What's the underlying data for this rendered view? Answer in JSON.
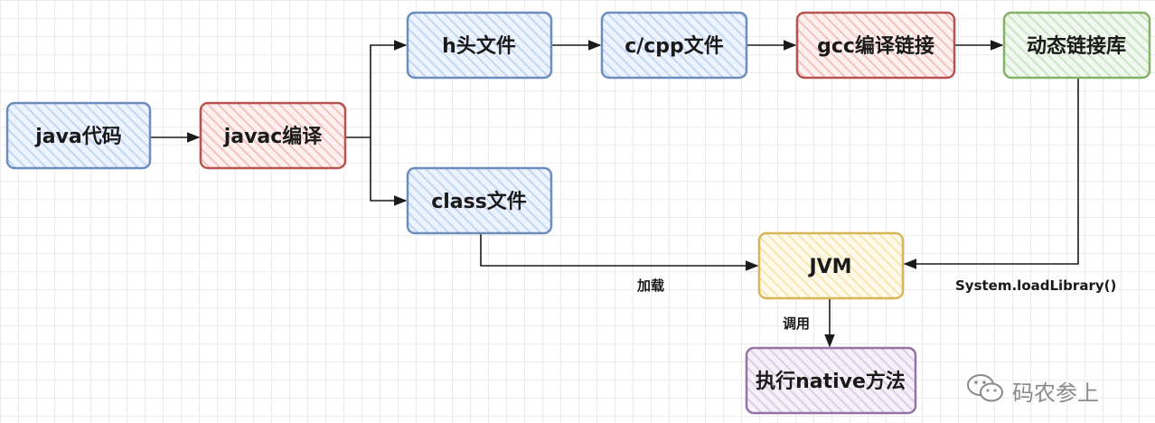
{
  "nodes": {
    "java_code": {
      "label": "java代码",
      "fill": "#dae8fc",
      "stroke": "#6c8ebf"
    },
    "javac": {
      "label": "javac编译",
      "fill": "#f8cecc",
      "stroke": "#b85450"
    },
    "h_file": {
      "label": "h头文件",
      "fill": "#dae8fc",
      "stroke": "#6c8ebf"
    },
    "cpp_file": {
      "label": "c/cpp文件",
      "fill": "#dae8fc",
      "stroke": "#6c8ebf"
    },
    "gcc": {
      "label": "gcc编译链接",
      "fill": "#f8cecc",
      "stroke": "#b85450"
    },
    "dynlib": {
      "label": "动态链接库",
      "fill": "#d5e8d4",
      "stroke": "#82b366"
    },
    "class_file": {
      "label": "class文件",
      "fill": "#dae8fc",
      "stroke": "#6c8ebf"
    },
    "jvm": {
      "label": "JVM",
      "fill": "#fff2cc",
      "stroke": "#d6b656"
    },
    "native": {
      "label": "执行native方法",
      "fill": "#e1d5e7",
      "stroke": "#9673a6"
    }
  },
  "edges": {
    "load": "加载",
    "system_load": "System.loadLibrary()",
    "invoke": "调用"
  },
  "watermark": {
    "text": "码农参上",
    "icon": "wechat-icon"
  }
}
